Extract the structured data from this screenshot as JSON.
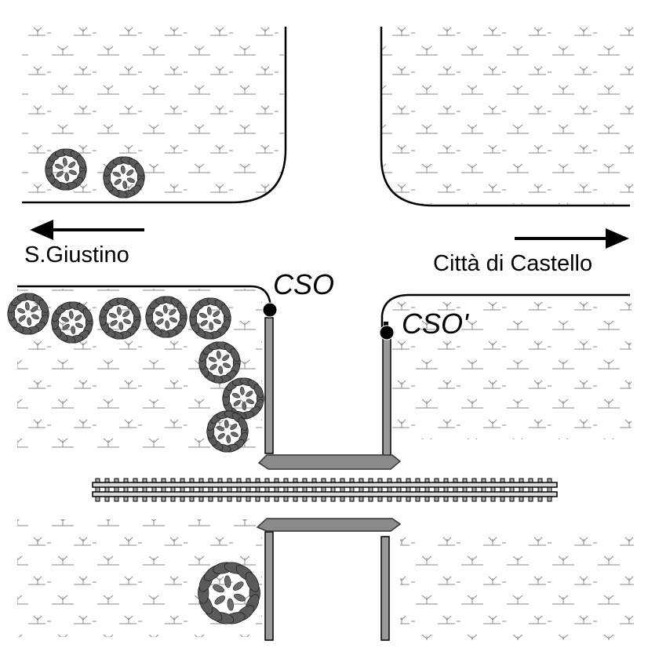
{
  "labels": {
    "west_direction": "S.Giustino",
    "east_direction": "Città di Castello",
    "sensor_west": "CSO",
    "sensor_east": "CSO'"
  },
  "colors": {
    "line": "#000000",
    "grass": "#8a8a8a",
    "bush_fill": "#5a5a5a",
    "barrier_fill": "#9a9a9a",
    "rail": "#d8d8d8"
  }
}
